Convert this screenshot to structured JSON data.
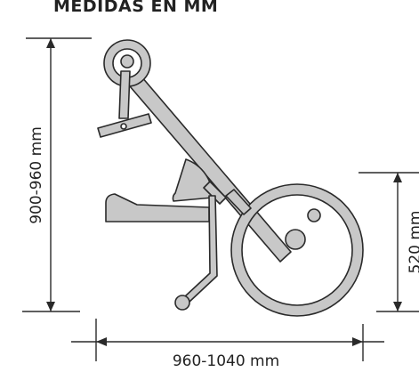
{
  "title": "MEDIDAS EN MM",
  "dimensions": {
    "height_range": "900-960 mm",
    "length_range": "960-1040 mm",
    "wheel_height": "520 mm"
  },
  "colors": {
    "part_fill": "#c8c8c8",
    "part_stroke": "#2a2a2a",
    "dimension_line": "#2a2a2a",
    "background": "#ffffff"
  }
}
